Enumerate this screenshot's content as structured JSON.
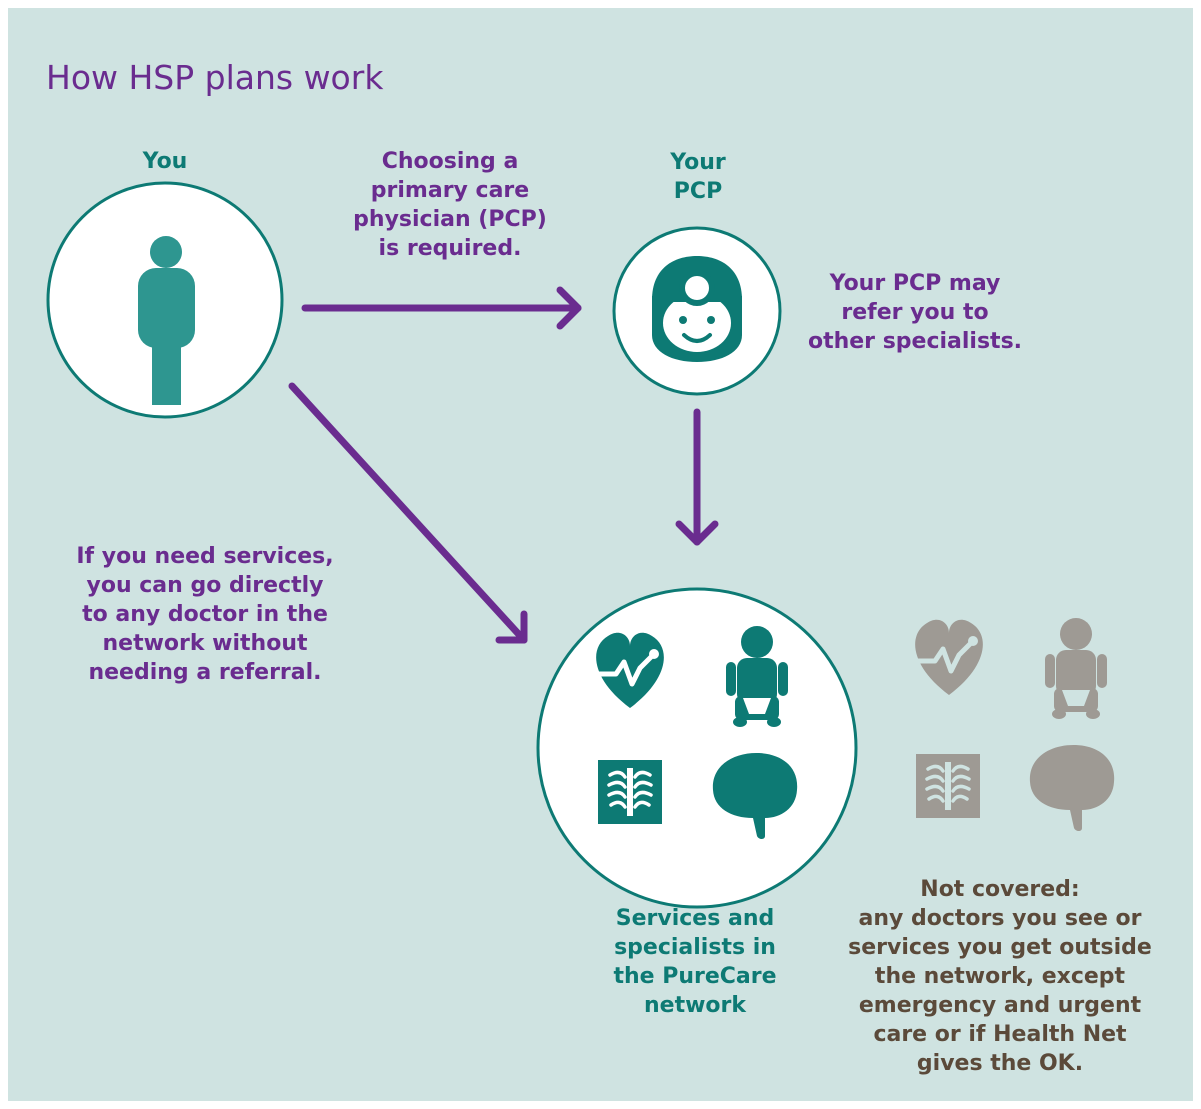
{
  "title": "How HSP plans work",
  "nodes": {
    "you": {
      "label": "You"
    },
    "pcp": {
      "label_lines": [
        "Your",
        "PCP"
      ]
    },
    "network": {
      "caption_lines": [
        "Services and",
        "specialists in",
        "the PureCare",
        "network"
      ]
    }
  },
  "notes": {
    "choosing_pcp": [
      "Choosing a",
      "primary care",
      "physician (PCP)",
      "is required."
    ],
    "pcp_refer": [
      "Your PCP may",
      "refer you to",
      "other specialists."
    ],
    "direct_access": [
      "If you need services,",
      "you can go directly",
      "to any doctor in the",
      "network without",
      "needing a referral."
    ],
    "not_covered": [
      "Not covered:",
      "any doctors you see or",
      "services you get outside",
      "the network, except",
      "emergency and urgent",
      "care or if Health Net",
      "gives the OK."
    ]
  },
  "icons": {
    "in_network": [
      "heart-icon",
      "baby-icon",
      "xray-icon",
      "brain-icon"
    ],
    "out_of_network": [
      "heart-icon",
      "baby-icon",
      "xray-icon",
      "brain-icon"
    ]
  },
  "colors": {
    "background": "#cfe3e1",
    "title_and_arrows": "#6a2c8f",
    "teal": "#0d7a74",
    "person": "#2e9690",
    "gray_icons": "#9e9a94",
    "not_covered_text": "#5b4a3a"
  }
}
